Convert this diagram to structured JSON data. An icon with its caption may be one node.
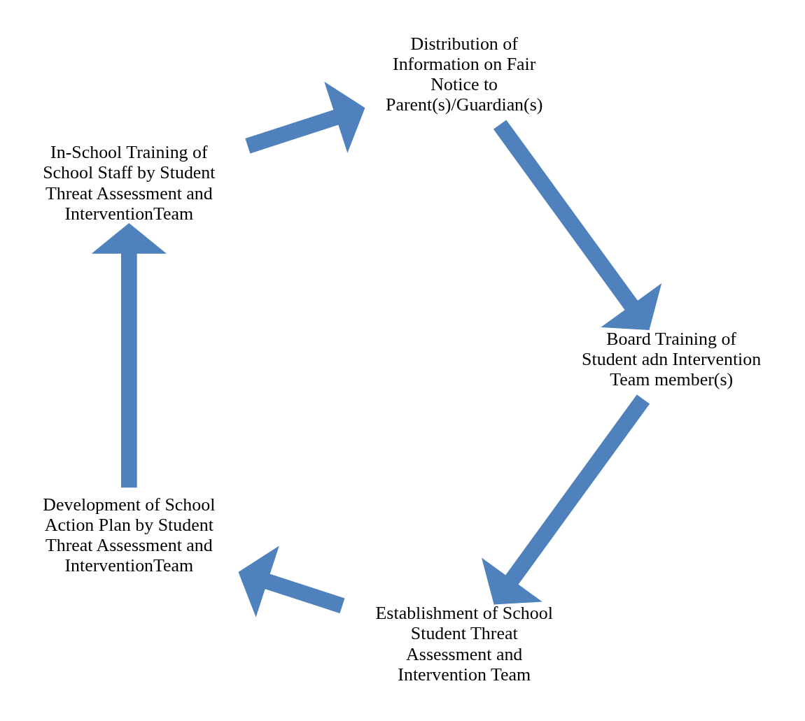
{
  "diagram": {
    "nodes": [
      {
        "text": [
          "Establishment of School Student Threat Assessment and Intervention Team"
        ]
      },
      {
        "text": [
          "Development of School Action Plan by Student Threat Assessment and InterventionTeam"
        ]
      },
      {
        "text": [
          "In-School Training of School Staff by Student Threat Assessment and InterventionTeam"
        ]
      },
      {
        "text": [
          "Distribution of Information on Fair Notice to Parent(s)/Guardian(s)"
        ]
      },
      {
        "text": [
          "Board Training of Student adn Intervention Team member(s)"
        ]
      }
    ],
    "edges": [
      {
        "from": 0,
        "to": 1,
        "arrow": "to"
      },
      {
        "from": 1,
        "to": 2,
        "arrow": "to"
      },
      {
        "from": 2,
        "to": 3,
        "arrow": "to"
      },
      {
        "from": 3,
        "to": 4,
        "arrow": "to"
      },
      {
        "from": 4,
        "to": 0,
        "arrow": "to"
      }
    ]
  }
}
